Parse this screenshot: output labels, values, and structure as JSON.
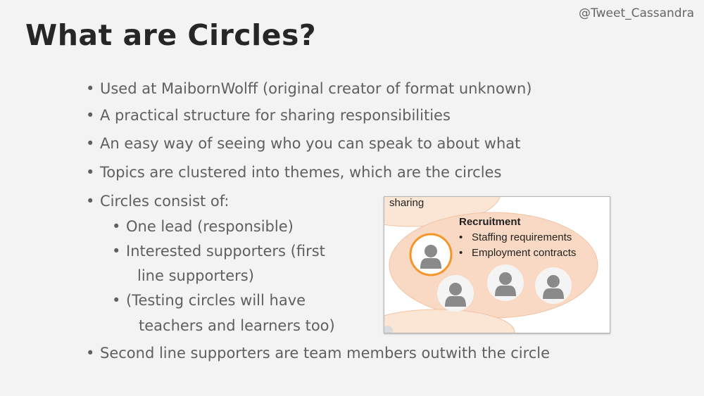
{
  "handle": "@Tweet_Cassandra",
  "title": "What are Circles?",
  "bullets": [
    "Used at MaibornWolff (original creator of format unknown)",
    "A practical structure for sharing responsibilities",
    "An easy way of seeing who you can speak to about what",
    "Topics are clustered into themes, which are the circles",
    "Circles consist of:"
  ],
  "sub_bullets": [
    "One lead (responsible)",
    "Interested supporters (first",
    "(Testing circles will have"
  ],
  "sub_continuations": [
    "line supporters)",
    "teachers and learners too)"
  ],
  "last_bullet": "Second line supporters are team members outwith the circle",
  "bullet_glyph": "•",
  "diagram": {
    "top_label": "sharing",
    "circle_title": "Recruitment",
    "items": [
      "Staffing requirements",
      "Employment contracts"
    ],
    "circle_color": "#f9d9c3",
    "lead_ring_color": "#f5962a"
  }
}
